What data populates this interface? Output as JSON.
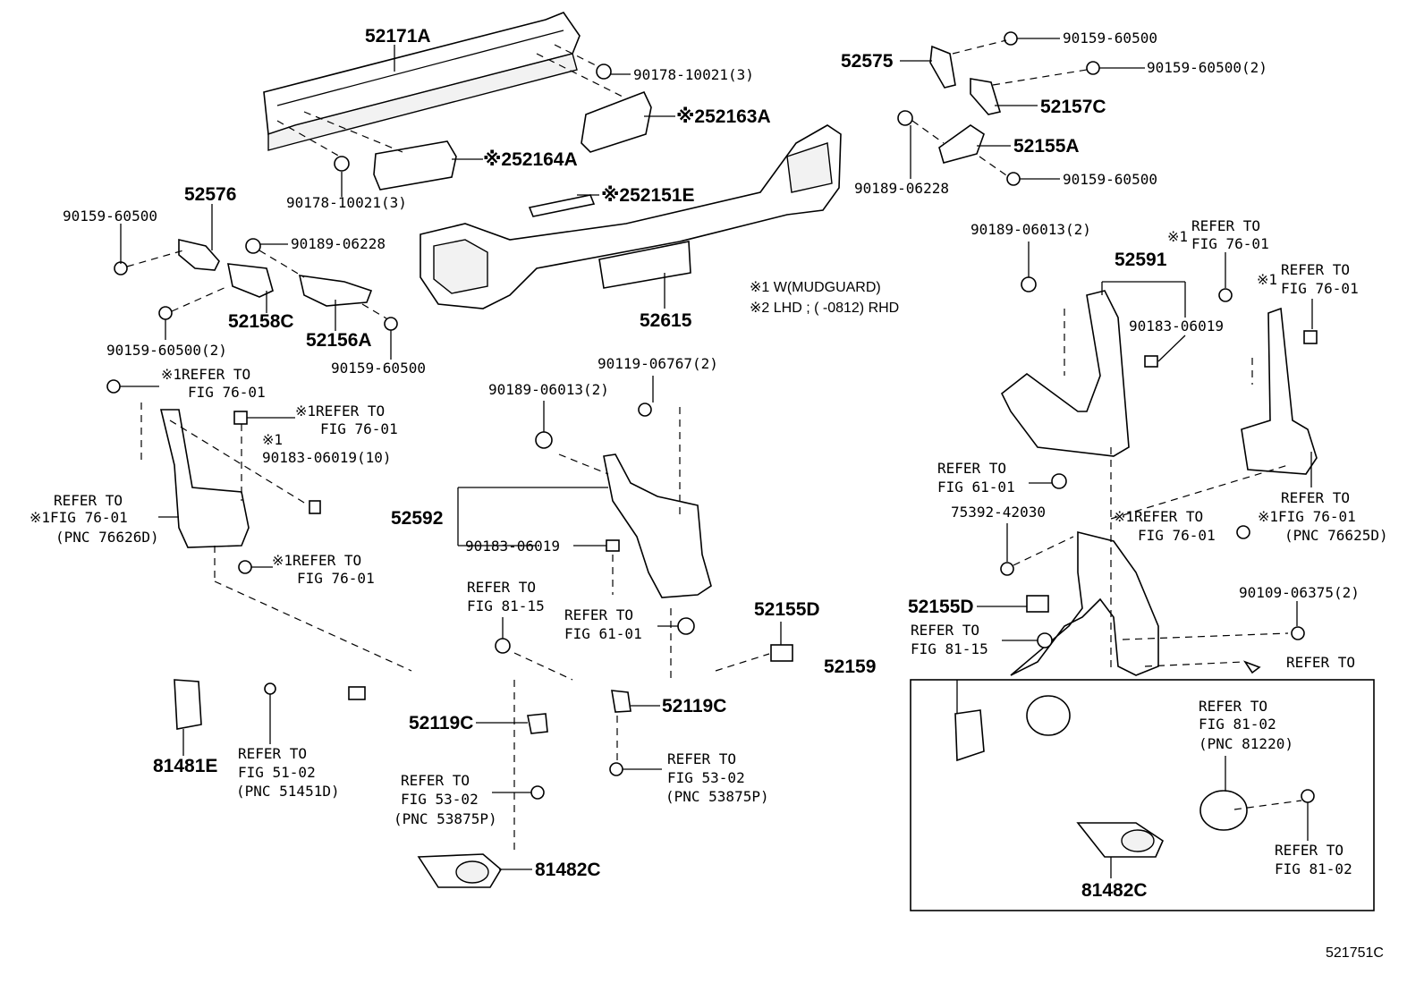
{
  "diagram_id": "521751C",
  "notes": [
    "※1 W(MUDGUARD)",
    "※2 LHD ; (        -0812) RHD"
  ],
  "labels": {
    "p52171A": "52171A",
    "p90178_10021_a": "90178-10021(3)",
    "p52163A": "※252163A",
    "p52164A": "※252164A",
    "p90178_10021_b": "90178-10021(3)",
    "p52151E": "※252151E",
    "p52615": "52615",
    "p52576": "52576",
    "p90159_60500_left": "90159-60500",
    "p90189_06228_left": "90189-06228",
    "p52158C": "52158C",
    "p52156A": "52156A",
    "p90159_60500_2_left": "90159-60500(2)",
    "p90159_60500_left2": "90159-60500",
    "ref_l1a": "※1REFER TO",
    "ref_l1b": "FIG 76-01",
    "ref_l2a": "※1REFER TO",
    "ref_l2b": "FIG 76-01",
    "mark_l3": "※1",
    "p90183_06019_10": "90183-06019(10)",
    "ref_l4a": "REFER TO",
    "ref_l4b": "※1FIG 76-01",
    "ref_l4c": "(PNC 76626D)",
    "ref_l5a": "※1REFER TO",
    "ref_l5b": "FIG 76-01",
    "p52575": "52575",
    "p90159_60500_r1": "90159-60500",
    "p90159_60500_2_r": "90159-60500(2)",
    "p52157C": "52157C",
    "p52155A": "52155A",
    "p90189_06228_r": "90189-06228",
    "p90159_60500_r2": "90159-60500",
    "p90189_06013_2_r": "90189-06013(2)",
    "ref_r1a": "REFER TO",
    "ref_r1b": "FIG 76-01",
    "ref_r1m": "※1",
    "p52591": "52591",
    "ref_r2a": "REFER TO",
    "ref_r2b": "FIG 76-01",
    "ref_r2m": "※1",
    "p90183_06019_r": "90183-06019",
    "ref_r3a": "REFER TO",
    "ref_r3b": "FIG 61-01",
    "p75392_42030": "75392-42030",
    "ref_r4a": "※1REFER TO",
    "ref_r4b": "FIG 76-01",
    "ref_r5a": "REFER TO",
    "ref_r5b": "※1FIG 76-01",
    "ref_r5c": "(PNC 76625D)",
    "p52155D_r": "52155D",
    "p90109_06375": "90109-06375(2)",
    "ref_r6a": "REFER TO",
    "ref_r6b": "FIG 81-15",
    "ref_r7a": "REFER TO",
    "ref_r8a": "REFER TO",
    "ref_r8b": "FIG 81-02",
    "ref_r8c": "(PNC 81220)",
    "ref_r9a": "REFER TO",
    "ref_r9b": "FIG 81-02",
    "p81482C_r": "81482C",
    "p90119_06767": "90119-06767(2)",
    "p90189_06013_2_c": "90189-06013(2)",
    "p52592": "52592",
    "p90183_06019_c": "90183-06019",
    "ref_c1a": "REFER TO",
    "ref_c1b": "FIG 81-15",
    "ref_c2a": "REFER TO",
    "ref_c2b": "FIG 61-01",
    "p52155D_c": "52155D",
    "p52159": "52159",
    "p52119C_l": "52119C",
    "p52119C_r": "52119C",
    "ref_c3a": "REFER TO",
    "ref_c3b": "FIG 53-02",
    "ref_c3c": "(PNC 53875P)",
    "ref_c4a": "REFER TO",
    "ref_c4b": "FIG 53-02",
    "ref_c4c": "(PNC 53875P)",
    "p81481E": "81481E",
    "ref_c5a": "REFER TO",
    "ref_c5b": "FIG 51-02",
    "ref_c5c": "(PNC 51451D)",
    "p81482C_c": "81482C"
  }
}
